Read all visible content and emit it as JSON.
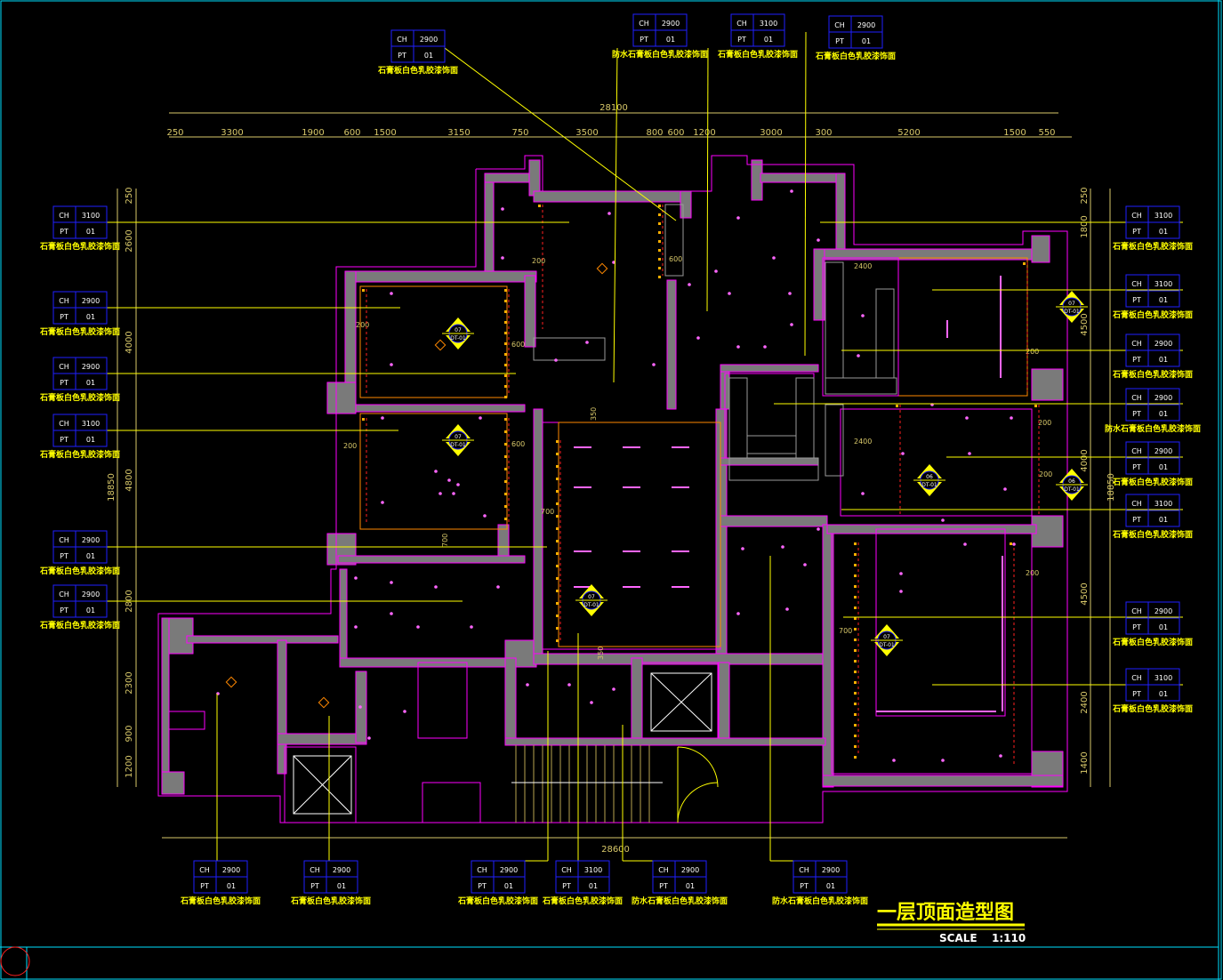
{
  "drawing": {
    "title": "一层顶面造型图",
    "scale_label": "SCALE",
    "scale_value": "1:110"
  },
  "dimensions": {
    "top_total": "28100",
    "top_segments": [
      "250",
      "3300",
      "1900",
      "600",
      "1500",
      "3150",
      "750",
      "3500",
      "800",
      "600",
      "1200",
      "3000",
      "300",
      "5200",
      "1500",
      "550"
    ],
    "bottom_total": "28600",
    "left_total": "18850",
    "left_segments": [
      "250",
      "2600",
      "4000",
      "4800",
      "2800",
      "2300",
      "900",
      "1200"
    ],
    "right_total": "18850",
    "right_segments": [
      "250",
      "1800",
      "4500",
      "4000",
      "4500",
      "2400",
      "1400"
    ]
  },
  "inner_dims": [
    "200",
    "600",
    "200",
    "600",
    "200",
    "600",
    "700",
    "700",
    "350",
    "350",
    "2400",
    "2400",
    "200",
    "200",
    "200",
    "700",
    "200"
  ],
  "section_markers": [
    {
      "num": "07",
      "ref": "DT-01"
    },
    {
      "num": "07",
      "ref": "DT-01"
    },
    {
      "num": "07",
      "ref": "DT-01"
    },
    {
      "num": "07",
      "ref": "DT-01"
    },
    {
      "num": "06",
      "ref": "DT-01"
    },
    {
      "num": "06",
      "ref": "DT-01"
    },
    {
      "num": "07",
      "ref": "DT-01"
    }
  ],
  "ceiling_tags": [
    {
      "ch": "2900",
      "pt": "01",
      "desc": "石膏板白色乳胶漆饰面"
    },
    {
      "ch": "2900",
      "pt": "01",
      "desc": "防水石膏板白色乳胶漆饰面"
    },
    {
      "ch": "3100",
      "pt": "01",
      "desc": "石膏板白色乳胶漆饰面"
    },
    {
      "ch": "2900",
      "pt": "01",
      "desc": "石膏板白色乳胶漆饰面"
    },
    {
      "ch": "3100",
      "pt": "01",
      "desc": "石膏板白色乳胶漆饰面"
    },
    {
      "ch": "3100",
      "pt": "01",
      "desc": "石膏板白色乳胶漆饰面"
    },
    {
      "ch": "2900",
      "pt": "01",
      "desc": "石膏板白色乳胶漆饰面"
    },
    {
      "ch": "3100",
      "pt": "01",
      "desc": "石膏板白色乳胶漆饰面"
    },
    {
      "ch": "2900",
      "pt": "01",
      "desc": "石膏板白色乳胶漆饰面"
    },
    {
      "ch": "2900",
      "pt": "01",
      "desc": "石膏板白色乳胶漆饰面"
    },
    {
      "ch": "2900",
      "pt": "01",
      "desc": "防水石膏板白色乳胶漆饰面"
    },
    {
      "ch": "3100",
      "pt": "01",
      "desc": "石膏板白色乳胶漆饰面"
    },
    {
      "ch": "2900",
      "pt": "01",
      "desc": "石膏板白色乳胶漆饰面"
    },
    {
      "ch": "2900",
      "pt": "01",
      "desc": "石膏板白色乳胶漆饰面"
    },
    {
      "ch": "3100",
      "pt": "01",
      "desc": "石膏板白色乳胶漆饰面"
    },
    {
      "ch": "2900",
      "pt": "01",
      "desc": "石膏板白色乳胶漆饰面"
    },
    {
      "ch": "2900",
      "pt": "01",
      "desc": "石膏板白色乳胶漆饰面"
    },
    {
      "ch": "3100",
      "pt": "01",
      "desc": "石膏板白色乳胶漆饰面"
    },
    {
      "ch": "2900",
      "pt": "01",
      "desc": "石膏板白色乳胶漆饰面"
    },
    {
      "ch": "2900",
      "pt": "01",
      "desc": "石膏板白色乳胶漆饰面"
    },
    {
      "ch": "2900",
      "pt": "01",
      "desc": "石膏板白色乳胶漆饰面"
    },
    {
      "ch": "3100",
      "pt": "01",
      "desc": "石膏板白色乳胶漆饰面"
    },
    {
      "ch": "2900",
      "pt": "01",
      "desc": "防水石膏板白色乳胶漆饰面"
    },
    {
      "ch": "2900",
      "pt": "01",
      "desc": "防水石膏板白色乳胶漆饰面"
    }
  ],
  "colors": {
    "background": "#000000",
    "wall": "#ff00ff",
    "wall_fill": "#7a7a7a",
    "dimension": "#d8c86a",
    "leader": "#ffff00",
    "tag_box": "#2020ff",
    "text": "#ffff00",
    "light": "#ff3030",
    "fixture": "#ff66ff",
    "frame": "#00e0ff"
  }
}
